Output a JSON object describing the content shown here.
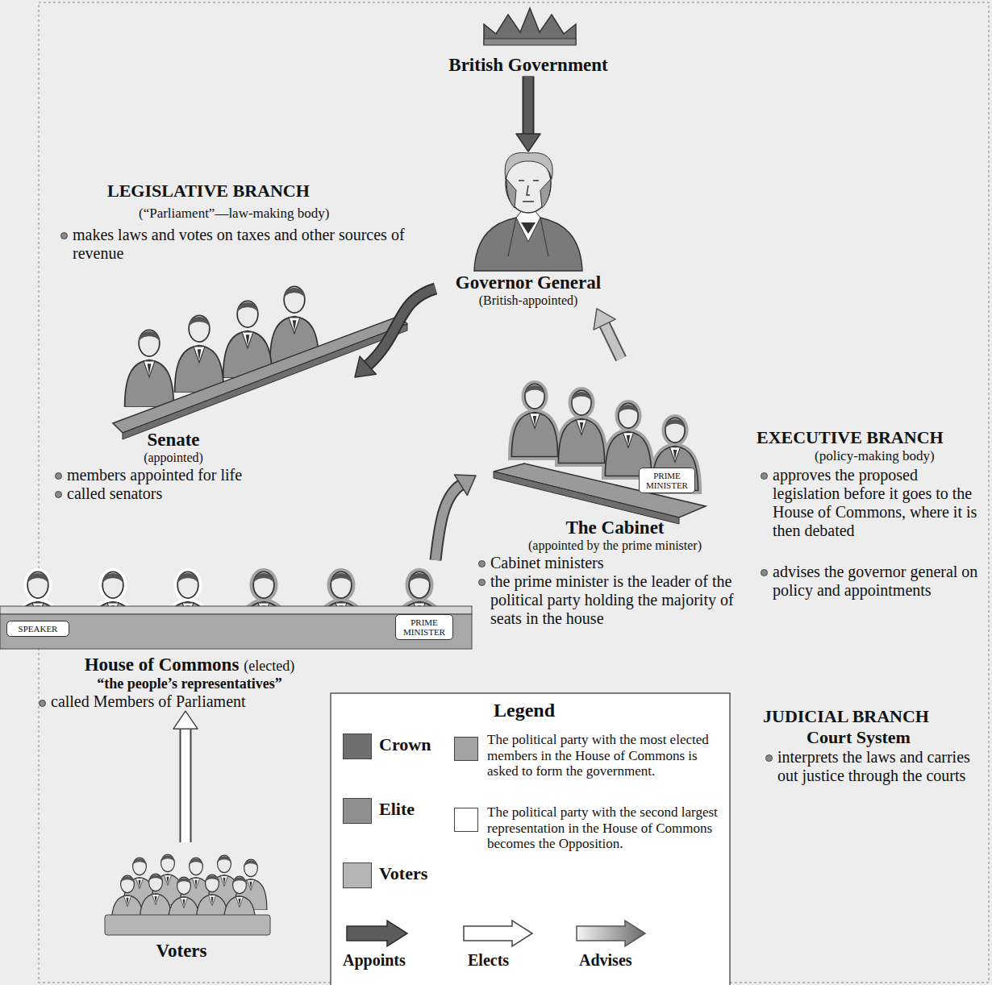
{
  "diagram": {
    "nodes": [
      {
        "text": [
          "British Government"
        ]
      },
      {
        "text": [
          "Governor General",
          "(British-appointed)"
        ]
      },
      {
        "text": [
          "Senate",
          "(appointed)",
          "members appointed for life",
          "called senators"
        ]
      },
      {
        "text": [
          "The Cabinet",
          "(appointed by the prime minister)",
          "Cabinet ministers",
          "the prime minister is the leader of the political party holding the majority of seats in the house"
        ]
      },
      {
        "text": [
          "House of Commons",
          "(elected)",
          "“the people’s representatives”",
          "called Members of Parliament"
        ]
      },
      {
        "text": [
          "Voters"
        ]
      }
    ],
    "edges": [
      {
        "from": 0,
        "to": 1,
        "arrow": "to"
      },
      {
        "from": 1,
        "to": 2,
        "arrow": "to"
      },
      {
        "from": 3,
        "to": 1,
        "arrow": "to"
      },
      {
        "from": 4,
        "to": 3,
        "arrow": "to"
      },
      {
        "from": 5,
        "to": 4,
        "arrow": "to"
      }
    ],
    "labels": [
      "LEGISLATIVE BRANCH",
      "(“Parliament”—law-making body)",
      "makes laws and votes on taxes and other sources of revenue",
      "EXECUTIVE BRANCH",
      "(policy-making body)",
      "approves the proposed legislation before it goes to the House of Commons, where it is then debated",
      "advises the governor general on policy and appointments",
      "JUDICIAL BRANCH",
      "Court System",
      "interprets the laws and carries out justice through the courts",
      "PRIME MINISTER",
      "SPEAKER",
      "PRIME MINISTER",
      "Legend"
    ],
    "legend": [
      {
        "text": "Crown",
        "color": "#6e6e6e"
      },
      {
        "text": "Elite",
        "color": "#8f8f8f"
      },
      {
        "text": "Voters",
        "color": "#b5b5b5"
      },
      {
        "text": "The political party with the most elected members in the House of Commons is asked to form the government.",
        "color": "#a3a3a3"
      },
      {
        "text": "The political party with the second largest representation in the House of Commons becomes the Opposition.",
        "color": "#ffffff"
      },
      {
        "text": "Appoints"
      },
      {
        "text": "Elects"
      },
      {
        "text": "Advises"
      }
    ]
  }
}
